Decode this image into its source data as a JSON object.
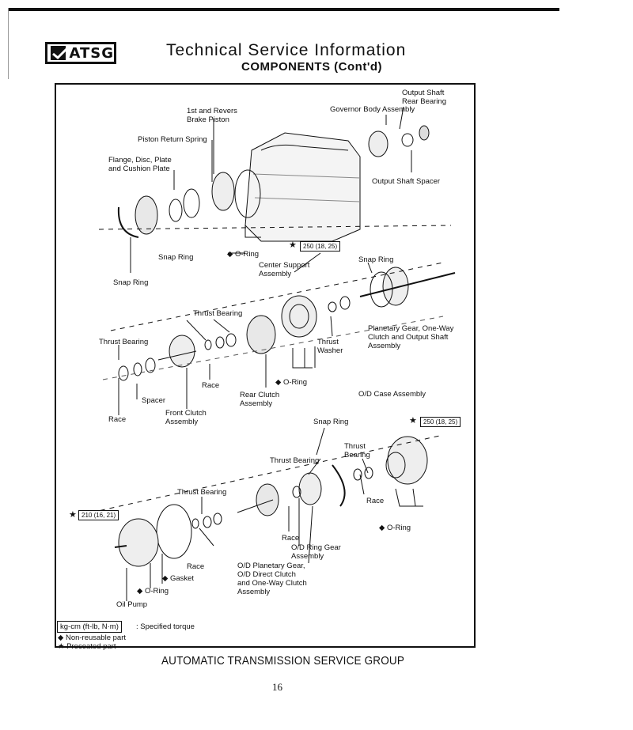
{
  "header": {
    "logo_text": "ATSG",
    "title": "Technical Service Information",
    "subtitle": "COMPONENTS (Cont'd)"
  },
  "labels": {
    "output_shaft_rear_bearing": "Output Shaft\nRear Bearing",
    "governor_body_assembly": "Governor Body Assembly",
    "first_reverse_brake_piston": "1st and Revers\nBrake Piston",
    "piston_return_spring": "Piston Return Spring",
    "flange_disc_plate": "Flange, Disc, Plate\nand Cushion Plate",
    "output_shaft_spacer": "Output Shaft Spacer",
    "snap_ring_1": "Snap Ring",
    "o_ring_1": "O-Ring",
    "snap_ring_2": "Snap Ring",
    "center_support_assembly": "Center Support\nAssembly",
    "snap_ring_3": "Snap Ring",
    "thrust_bearing_1": "Thrust Bearing",
    "thrust_bearing_2": "Thrust Bearing",
    "planetary_gear": "Planetary Gear, One-Way\nClutch and Output Shaft\nAssembly",
    "thrust_washer": "Thrust\nWasher",
    "o_ring_2": "O-Ring",
    "race_1": "Race",
    "rear_clutch_assembly": "Rear Clutch\nAssembly",
    "spacer": "Spacer",
    "front_clutch_assembly": "Front Clutch\nAssembly",
    "race_2": "Race",
    "od_case_assembly": "O/D Case Assembly",
    "snap_ring_4": "Snap Ring",
    "thrust_bearing_3": "Thrust\nBearing",
    "thrust_bearing_4": "Thrust Bearing",
    "thrust_bearing_5": "Thrust Bearing",
    "race_3": "Race",
    "o_ring_3": "O-Ring",
    "race_4": "Race",
    "od_ring_gear": "O/D Ring Gear\nAssembly",
    "race_5": "Race",
    "gasket": "Gasket",
    "od_planetary": "O/D Planetary Gear,\nO/D Direct Clutch\nand One-Way Clutch\nAssembly",
    "o_ring_4": "O-Ring",
    "oil_pump": "Oil Pump"
  },
  "torque": {
    "center_support": "250 (18, 25)",
    "od_case": "250 (18, 25)",
    "oil_pump": "210 (16, 21)"
  },
  "legend": {
    "unit_box": "kg-cm (ft-lb, N·m)",
    "unit_desc": ": Specified torque",
    "non_reusable": "Non-reusable part",
    "precoated": "Precoated part",
    "diamond": "◆",
    "star": "★"
  },
  "footer": {
    "group": "AUTOMATIC TRANSMISSION SERVICE GROUP",
    "page": "16"
  }
}
